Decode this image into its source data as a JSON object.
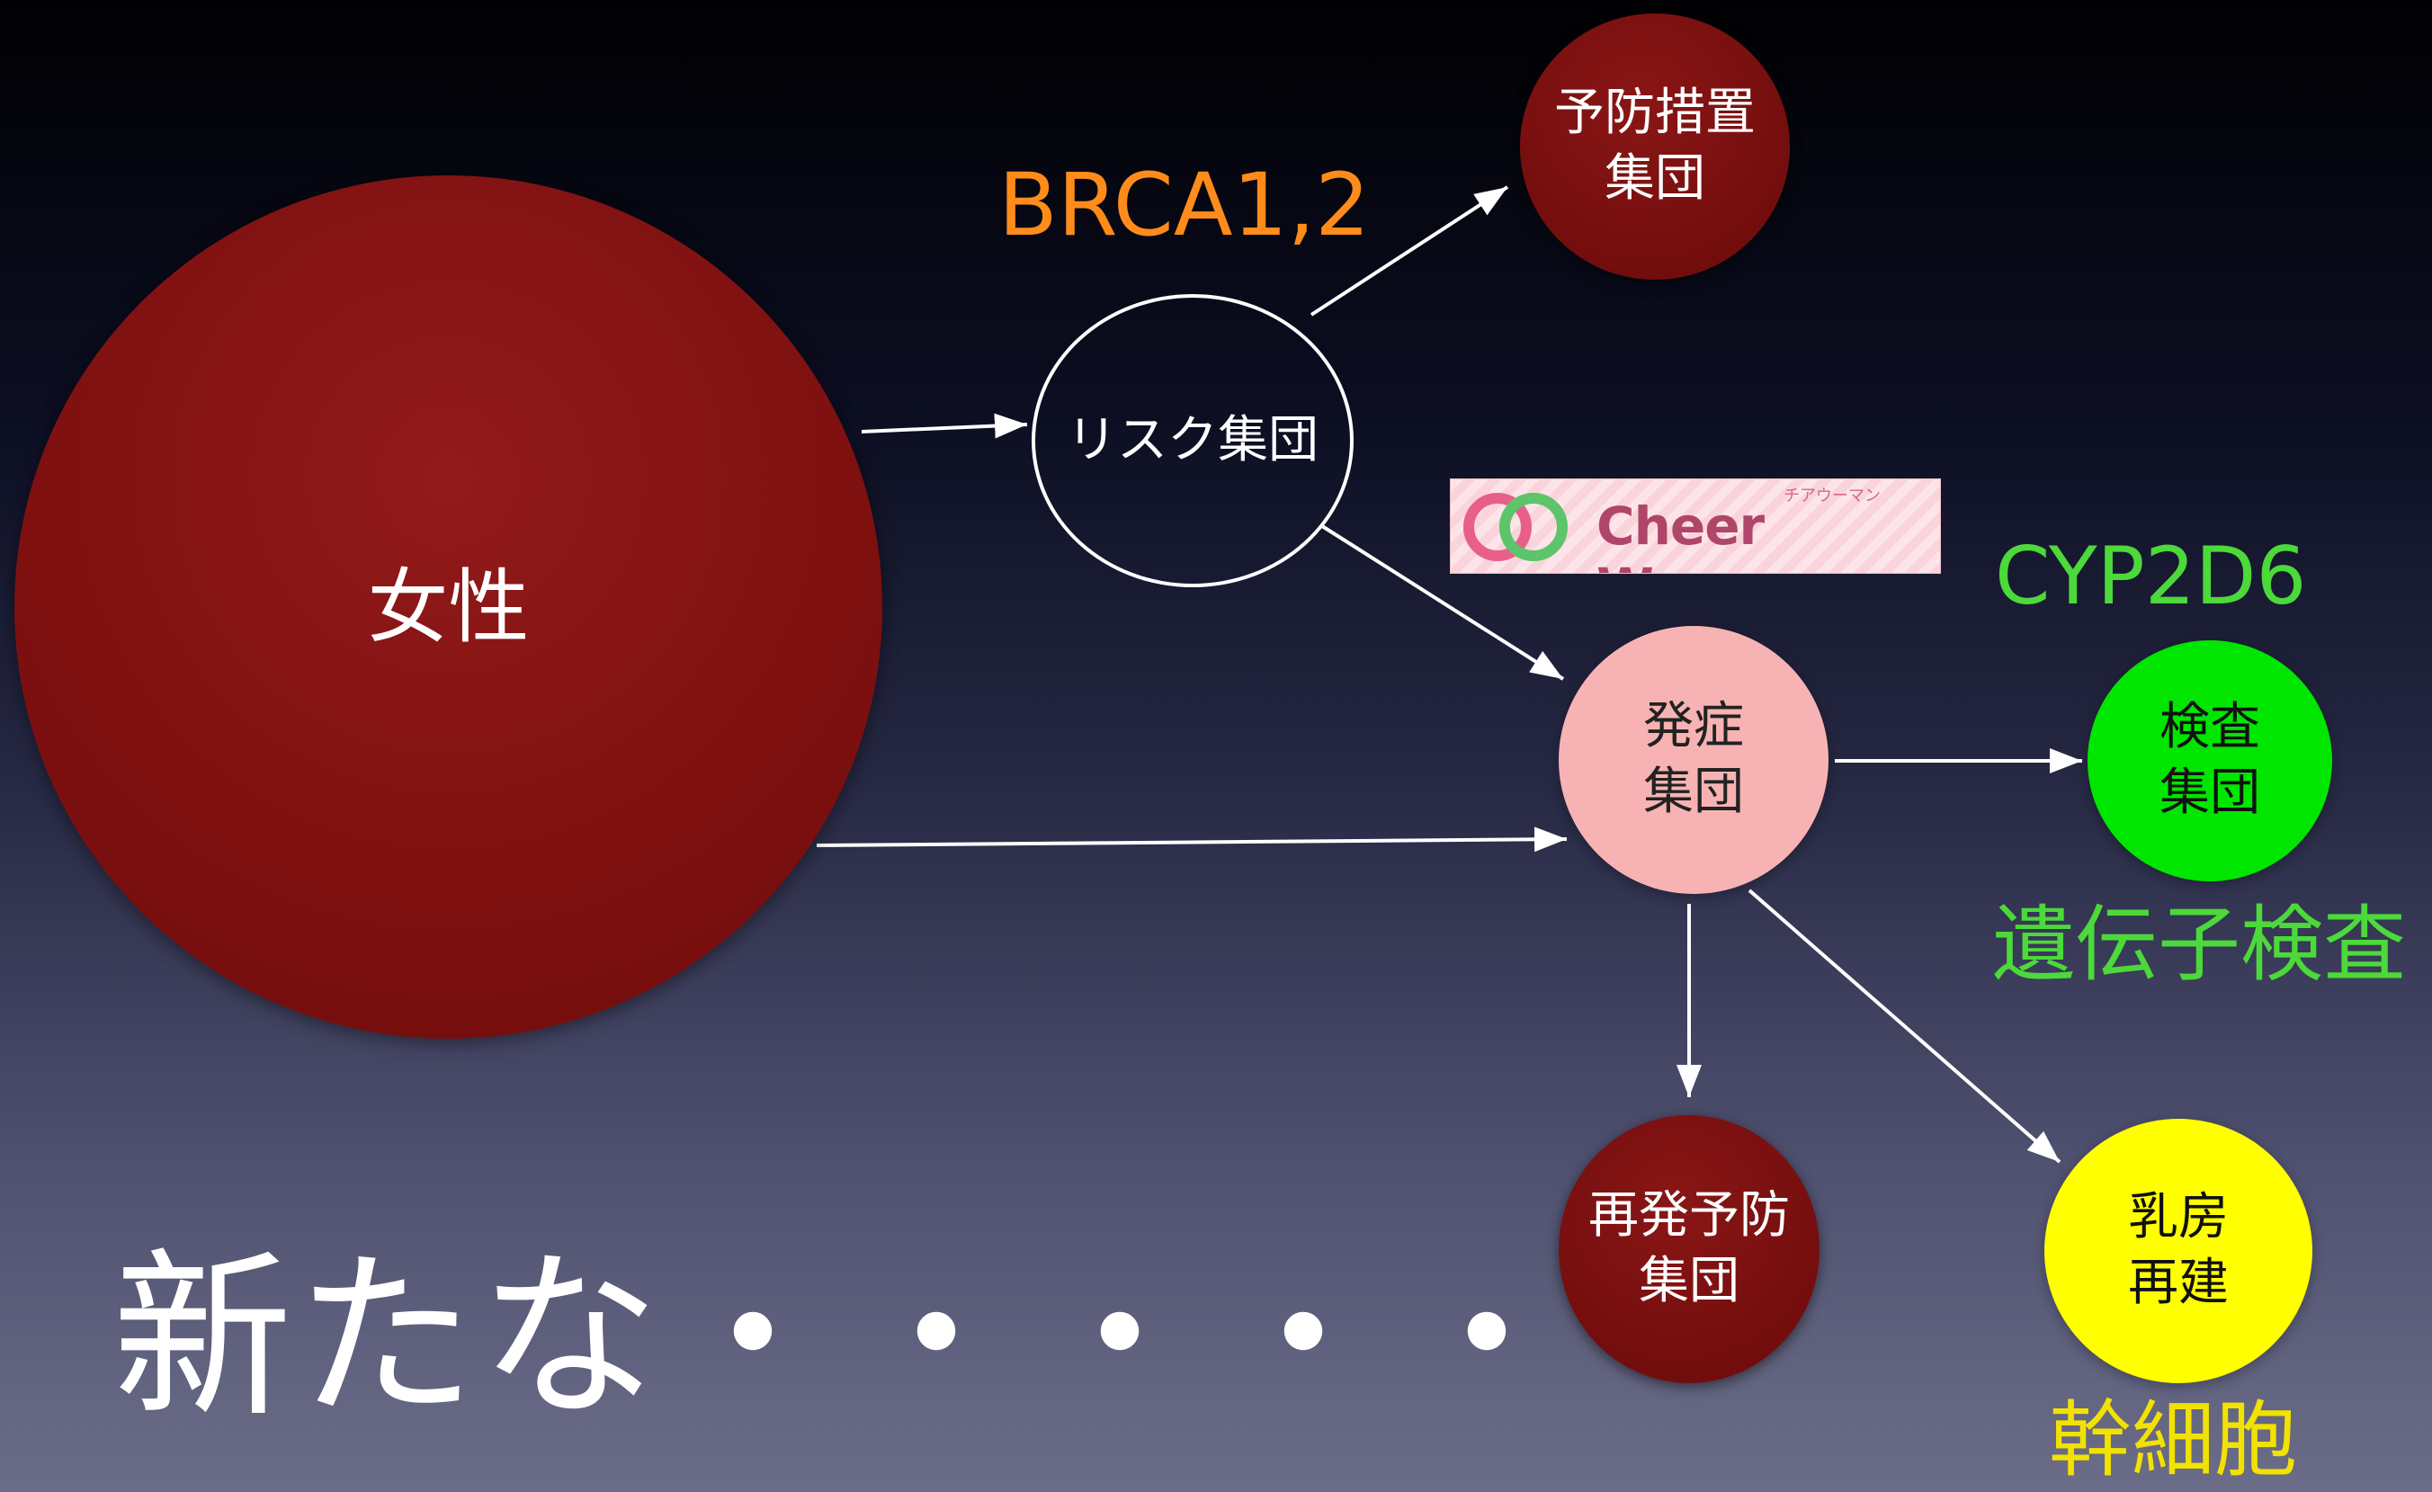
{
  "nodes": {
    "women": "女性",
    "risk_group": "リスク集団",
    "prevention_group": "予防措置\n集団",
    "onset_group": "発症\n集団",
    "exam_group": "検査\n集団",
    "relapse_group": "再発予防\n集団",
    "breast_group": "乳房\n再建"
  },
  "labels": {
    "brca": "BRCA1,2",
    "cyp": "CYP2D6",
    "gene_test": "遺伝子検査",
    "stem_cell": "幹細胞",
    "bottom": "新たな・・・・・"
  },
  "logo": {
    "text": "Cheer Woman",
    "kana": "チアウーマン"
  },
  "colors": {
    "brca": "#ff8c1a",
    "cyp": "#4cd93a",
    "gene_test": "#4cd93a",
    "stem_cell": "#f2e200",
    "arrow": "#ffffff",
    "women": "#7e1010",
    "onset": "#f7b3b3",
    "exam": "#00e600",
    "breast": "#ffff00"
  }
}
